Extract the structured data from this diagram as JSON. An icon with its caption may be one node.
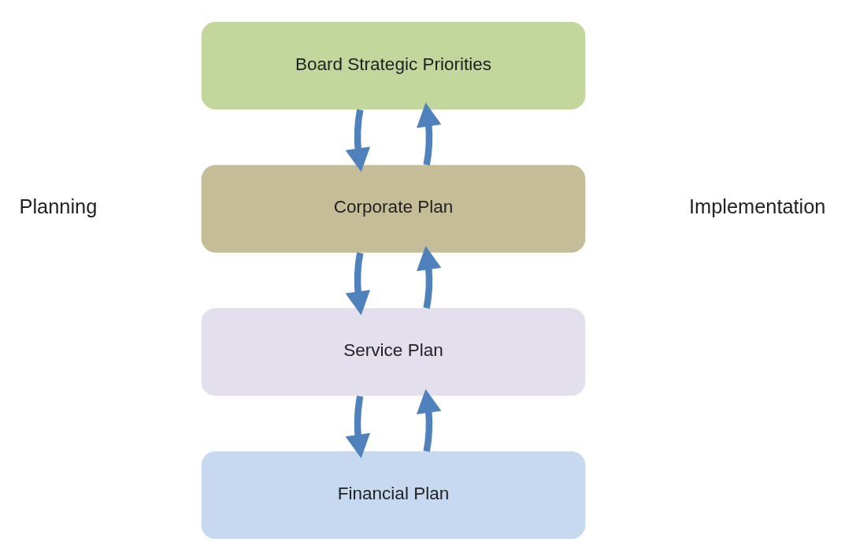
{
  "diagram": {
    "nodes": [
      {
        "text": [
          "Board Strategic Priorities"
        ]
      },
      {
        "text": [
          "Corporate Plan"
        ]
      },
      {
        "text": [
          "Service Plan"
        ]
      },
      {
        "text": [
          "Financial Plan"
        ]
      }
    ],
    "edges": [
      {
        "from": 0,
        "to": 1,
        "arrow": "to"
      },
      {
        "from": 1,
        "to": 0,
        "arrow": "to"
      },
      {
        "from": 1,
        "to": 2,
        "arrow": "to"
      },
      {
        "from": 2,
        "to": 1,
        "arrow": "to"
      },
      {
        "from": 2,
        "to": 3,
        "arrow": "to"
      },
      {
        "from": 3,
        "to": 2,
        "arrow": "to"
      }
    ],
    "labels": [
      "Planning",
      "Implementation"
    ]
  }
}
